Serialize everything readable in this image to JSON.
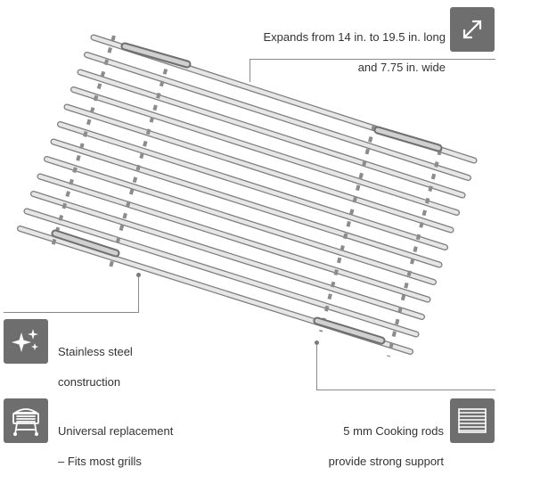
{
  "callouts": {
    "size": {
      "line1": "Expands from 14 in. to 19.5 in. long",
      "line2": "and 7.75 in. wide",
      "icon": "expand-arrows-icon"
    },
    "material": {
      "line1": "Stainless steel",
      "line2": "construction",
      "icon": "sparkle-icon"
    },
    "fit": {
      "line1": "Universal replacement",
      "line2": "– Fits most grills",
      "icon": "grill-icon"
    },
    "rods": {
      "line1": "5 mm Cooking rods",
      "line2": "provide strong support",
      "icon": "grate-icon"
    }
  },
  "colors": {
    "icon_bg": "#6e6e6e",
    "leader": "#8a8a8a",
    "rod": "#d9d9d9",
    "rod_edge": "#7d7d7d"
  }
}
